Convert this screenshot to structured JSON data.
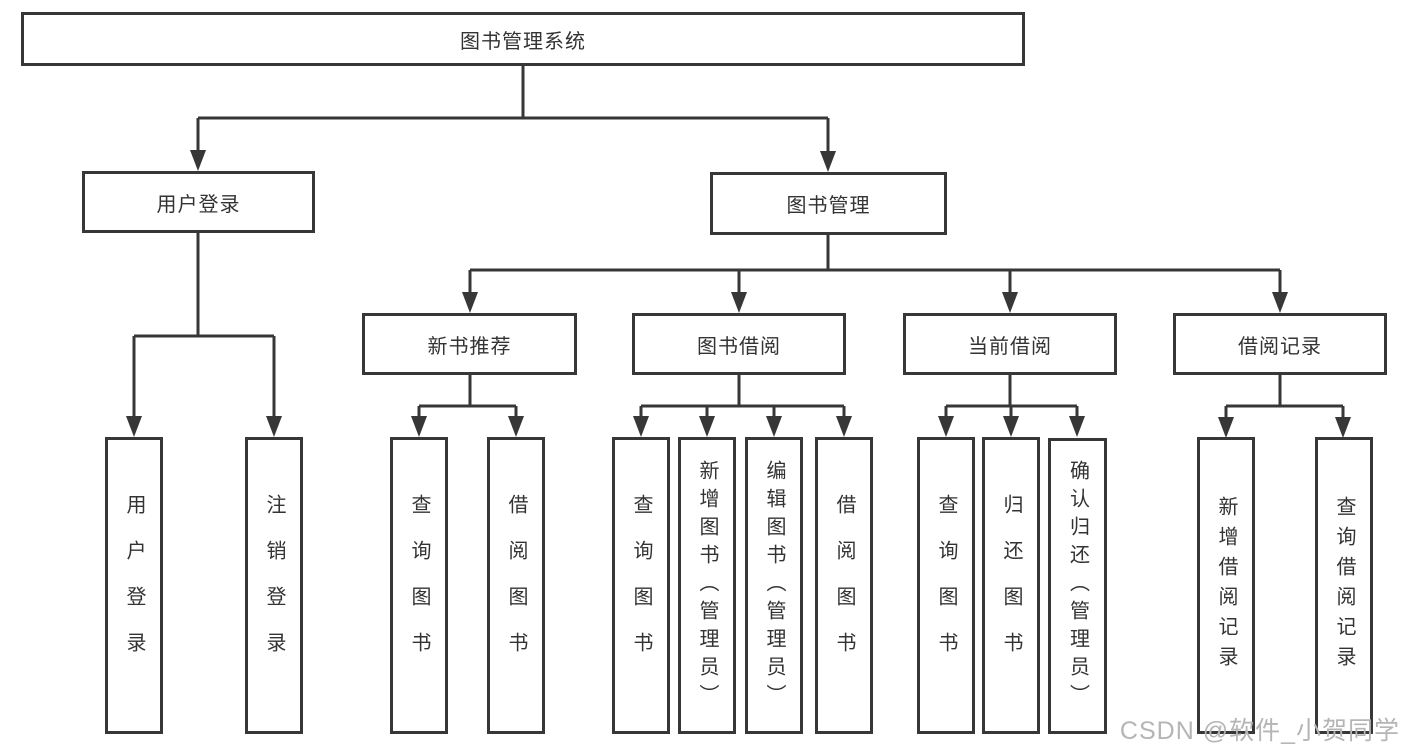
{
  "title": "图书管理系统",
  "colors": {
    "line": "#373737",
    "text": "#333333",
    "watermark": "#b5b5b5",
    "background": "#ffffff"
  },
  "tree": {
    "root": "图书管理系统",
    "branches": [
      {
        "label": "用户登录",
        "children": [
          "用户登录",
          "注销登录"
        ]
      },
      {
        "label": "图书管理",
        "groups": [
          {
            "label": "新书推荐",
            "children": [
              "查询图书",
              "借阅图书"
            ]
          },
          {
            "label": "图书借阅",
            "children": [
              "查询图书",
              "新增图书（管理员）",
              "编辑图书（管理员）",
              "借阅图书"
            ]
          },
          {
            "label": "当前借阅",
            "children": [
              "查询图书",
              "归还图书",
              "确认归还（管理员）"
            ]
          },
          {
            "label": "借阅记录",
            "children": [
              "新增借阅记录",
              "查询借阅记录"
            ]
          }
        ]
      }
    ]
  },
  "watermark": {
    "text": "CSDN @软件_小贺同学"
  }
}
